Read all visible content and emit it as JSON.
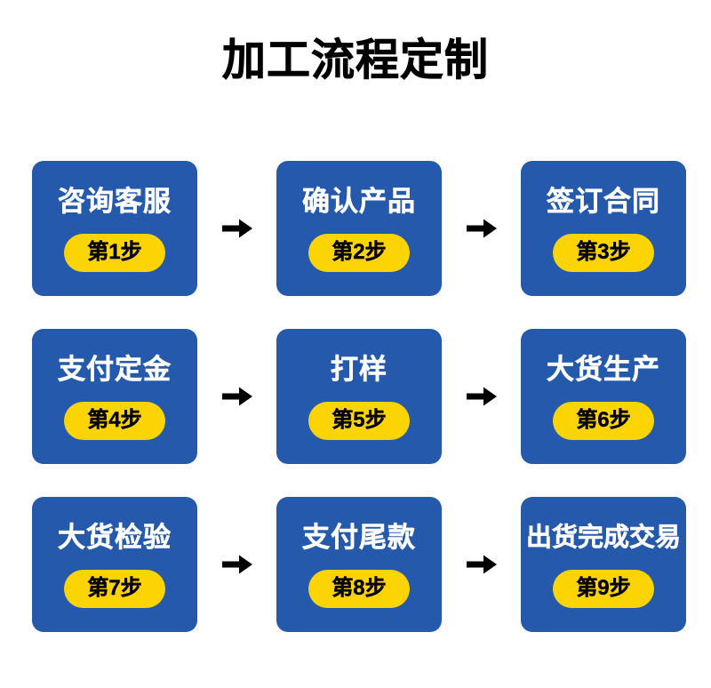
{
  "title": "加工流程定制",
  "colors": {
    "card_blue": "#2459AC",
    "badge_yellow": "#FCD303",
    "label_white": "#FFFFFF",
    "text_black": "#000000",
    "background": "#FFFFFF"
  },
  "arrow": {
    "icon": "arrow-right-icon"
  },
  "flow": {
    "rows": [
      {
        "cards": [
          {
            "label": "咨询客服",
            "badge": "第1步"
          },
          {
            "label": "确认产品",
            "badge": "第2步"
          },
          {
            "label": "签订合同",
            "badge": "第3步"
          }
        ]
      },
      {
        "cards": [
          {
            "label": "支付定金",
            "badge": "第4步"
          },
          {
            "label": "打样",
            "badge": "第5步"
          },
          {
            "label": "大货生产",
            "badge": "第6步"
          }
        ]
      },
      {
        "cards": [
          {
            "label": "大货检验",
            "badge": "第7步"
          },
          {
            "label": "支付尾款",
            "badge": "第8步"
          },
          {
            "label": "出货完成交易",
            "badge": "第9步"
          }
        ]
      }
    ]
  }
}
